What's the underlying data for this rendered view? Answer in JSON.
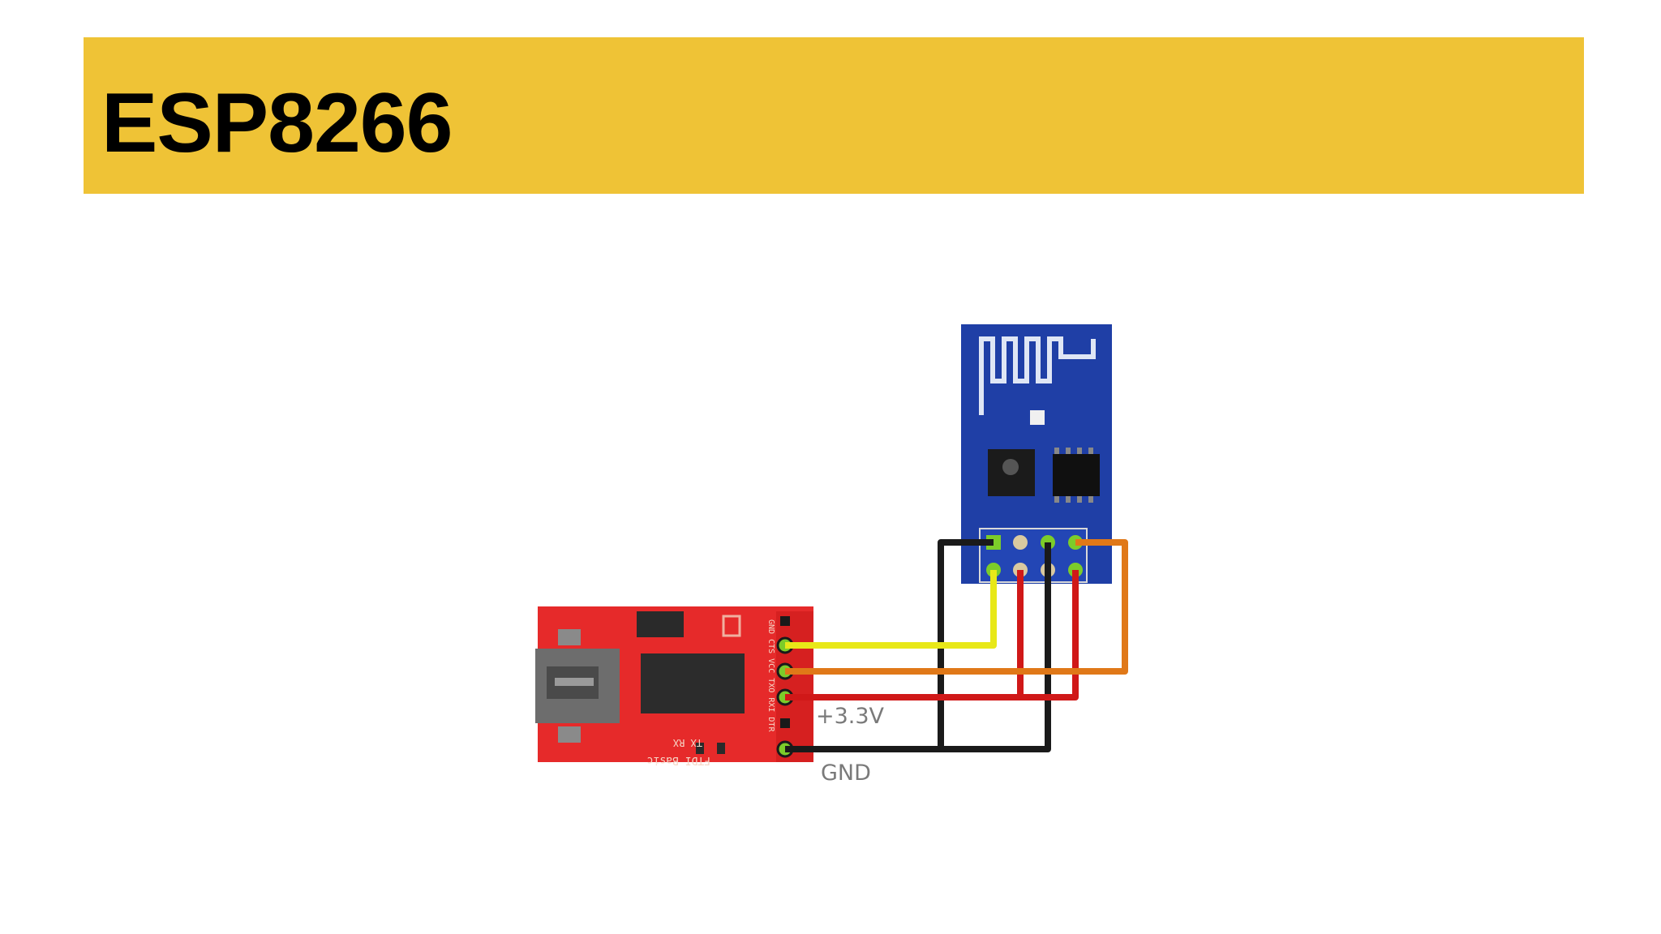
{
  "slide": {
    "title": "ESP8266",
    "title_bar_color": "#efc336"
  },
  "diagram": {
    "ftdi_board": {
      "board_color": "#e62a2a",
      "label": "FTDI Basic",
      "leds_label": "TX RX",
      "pins_label": "GND CTS VCC TXO RXI DTR"
    },
    "esp_module": {
      "board_color": "#1f3fa6"
    },
    "labels": {
      "vcc": "+3.3V",
      "gnd": "GND"
    },
    "wire_colors": {
      "tx": "#e8e818",
      "rx": "#e07818",
      "vcc": "#d01818",
      "gnd": "#1a1a1a"
    }
  }
}
